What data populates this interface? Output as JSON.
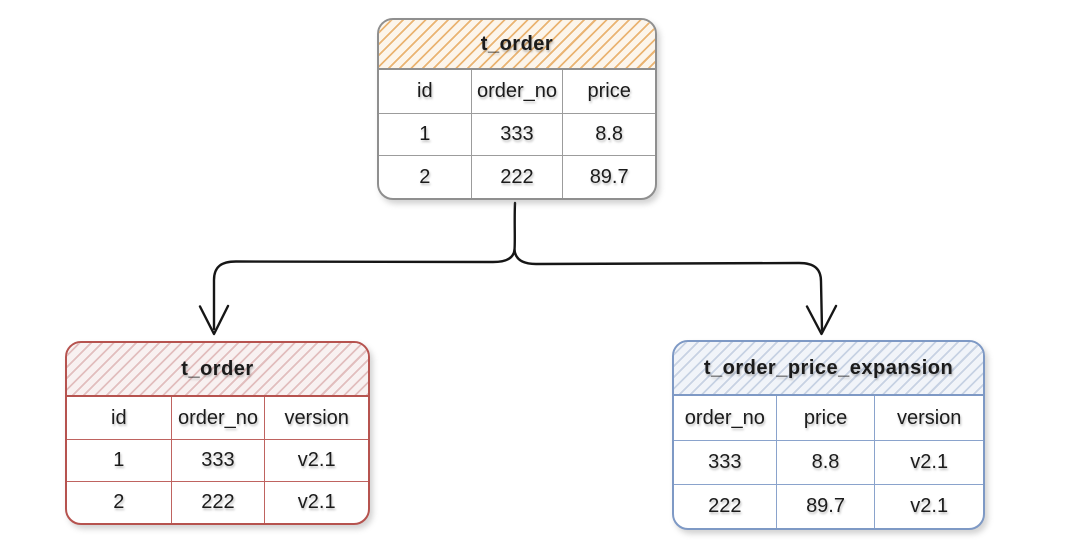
{
  "tables": [
    {
      "title": "t_order",
      "columns": [
        "id",
        "order_no",
        "price"
      ],
      "rows": [
        [
          "1",
          "333",
          "8.8"
        ],
        [
          "2",
          "222",
          "89.7"
        ]
      ],
      "colors": {
        "border": "#8f8f8f",
        "header_hatch": "#e49e4a"
      }
    },
    {
      "title": "t_order",
      "columns": [
        "id",
        "order_no",
        "version"
      ],
      "rows": [
        [
          "1",
          "333",
          "v2.1"
        ],
        [
          "2",
          "222",
          "v2.1"
        ]
      ],
      "colors": {
        "border": "#b6534f",
        "header_hatch": "#dfb9bb"
      }
    },
    {
      "title": "t_order_price_expansion",
      "columns": [
        "order_no",
        "price",
        "version"
      ],
      "rows": [
        [
          "333",
          "8.8",
          "v2.1"
        ],
        [
          "222",
          "89.7",
          "v2.1"
        ]
      ],
      "colors": {
        "border": "#7e99c5",
        "header_hatch": "#c3d0e4"
      }
    }
  ],
  "arrows": {
    "color": "#161616"
  }
}
